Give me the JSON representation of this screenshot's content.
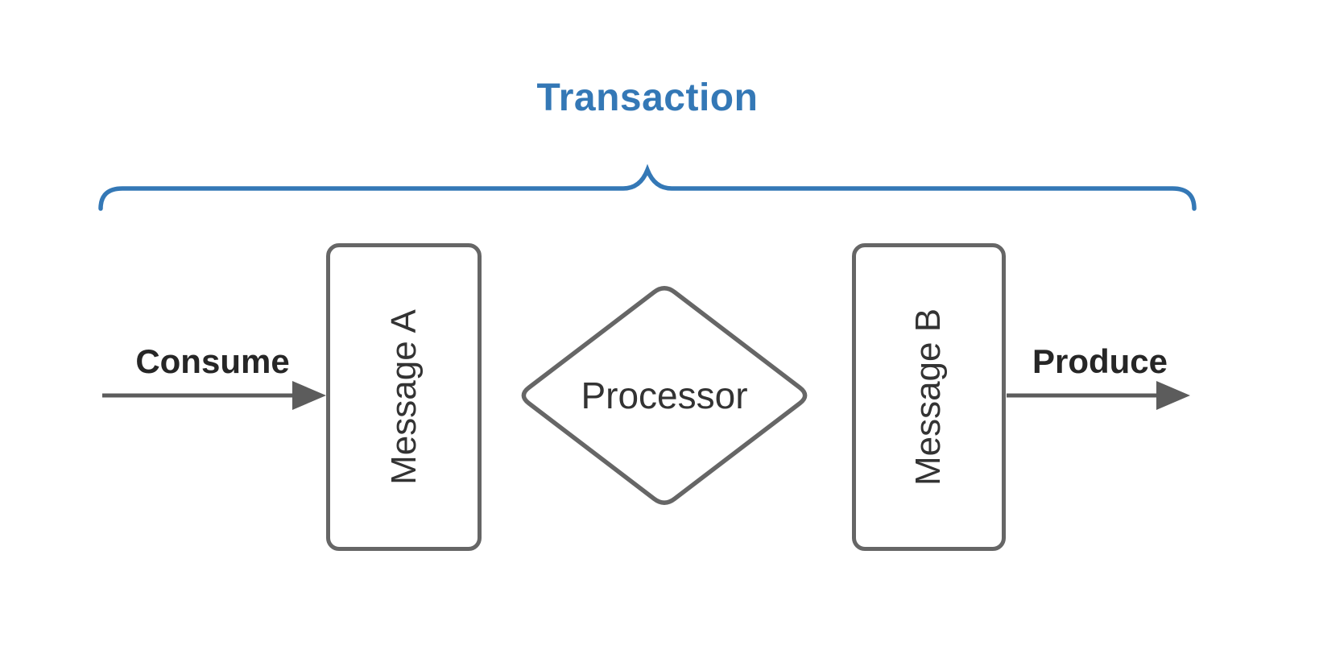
{
  "diagram": {
    "title": "Transaction",
    "nodes": {
      "message_a": "Message A",
      "processor": "Processor",
      "message_b": "Message B"
    },
    "edges": {
      "consume_label": "Consume",
      "produce_label": "Produce"
    }
  },
  "colors": {
    "accent_blue": "#3478b6",
    "shape_gray": "#666666",
    "shape_text": "#333333",
    "label_text": "#262626",
    "arrow_gray": "#5c5c5c",
    "background": "#ffffff"
  }
}
